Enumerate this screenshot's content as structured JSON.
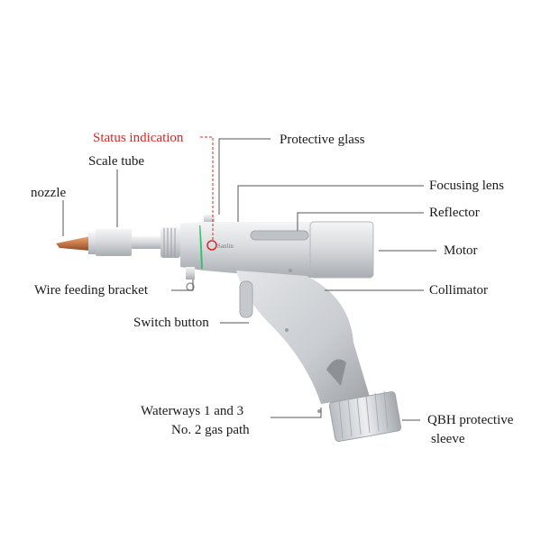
{
  "labels": {
    "status_indication": "Status indication",
    "protective_glass": "Protective glass",
    "scale_tube": "Scale tube",
    "focusing_lens": "Focusing lens",
    "nozzle": "nozzle",
    "reflector": "Reflector",
    "motor": "Motor",
    "wire_feeding_bracket": "Wire feeding bracket",
    "collimator": "Collimator",
    "switch_button": "Switch button",
    "waterways_line1": "Waterways 1 and 3",
    "waterways_line2": "No. 2 gas path",
    "qbh_line1": "QBH protective",
    "qbh_line2": "sleeve"
  },
  "body_marking": "Sanlin",
  "colors": {
    "status_label": "#d42a2a",
    "label_text": "#1a1a1a",
    "nozzle_copper": "#c8794a",
    "body_silver": "#d8dadd",
    "status_ring": "#3cbf6a"
  }
}
